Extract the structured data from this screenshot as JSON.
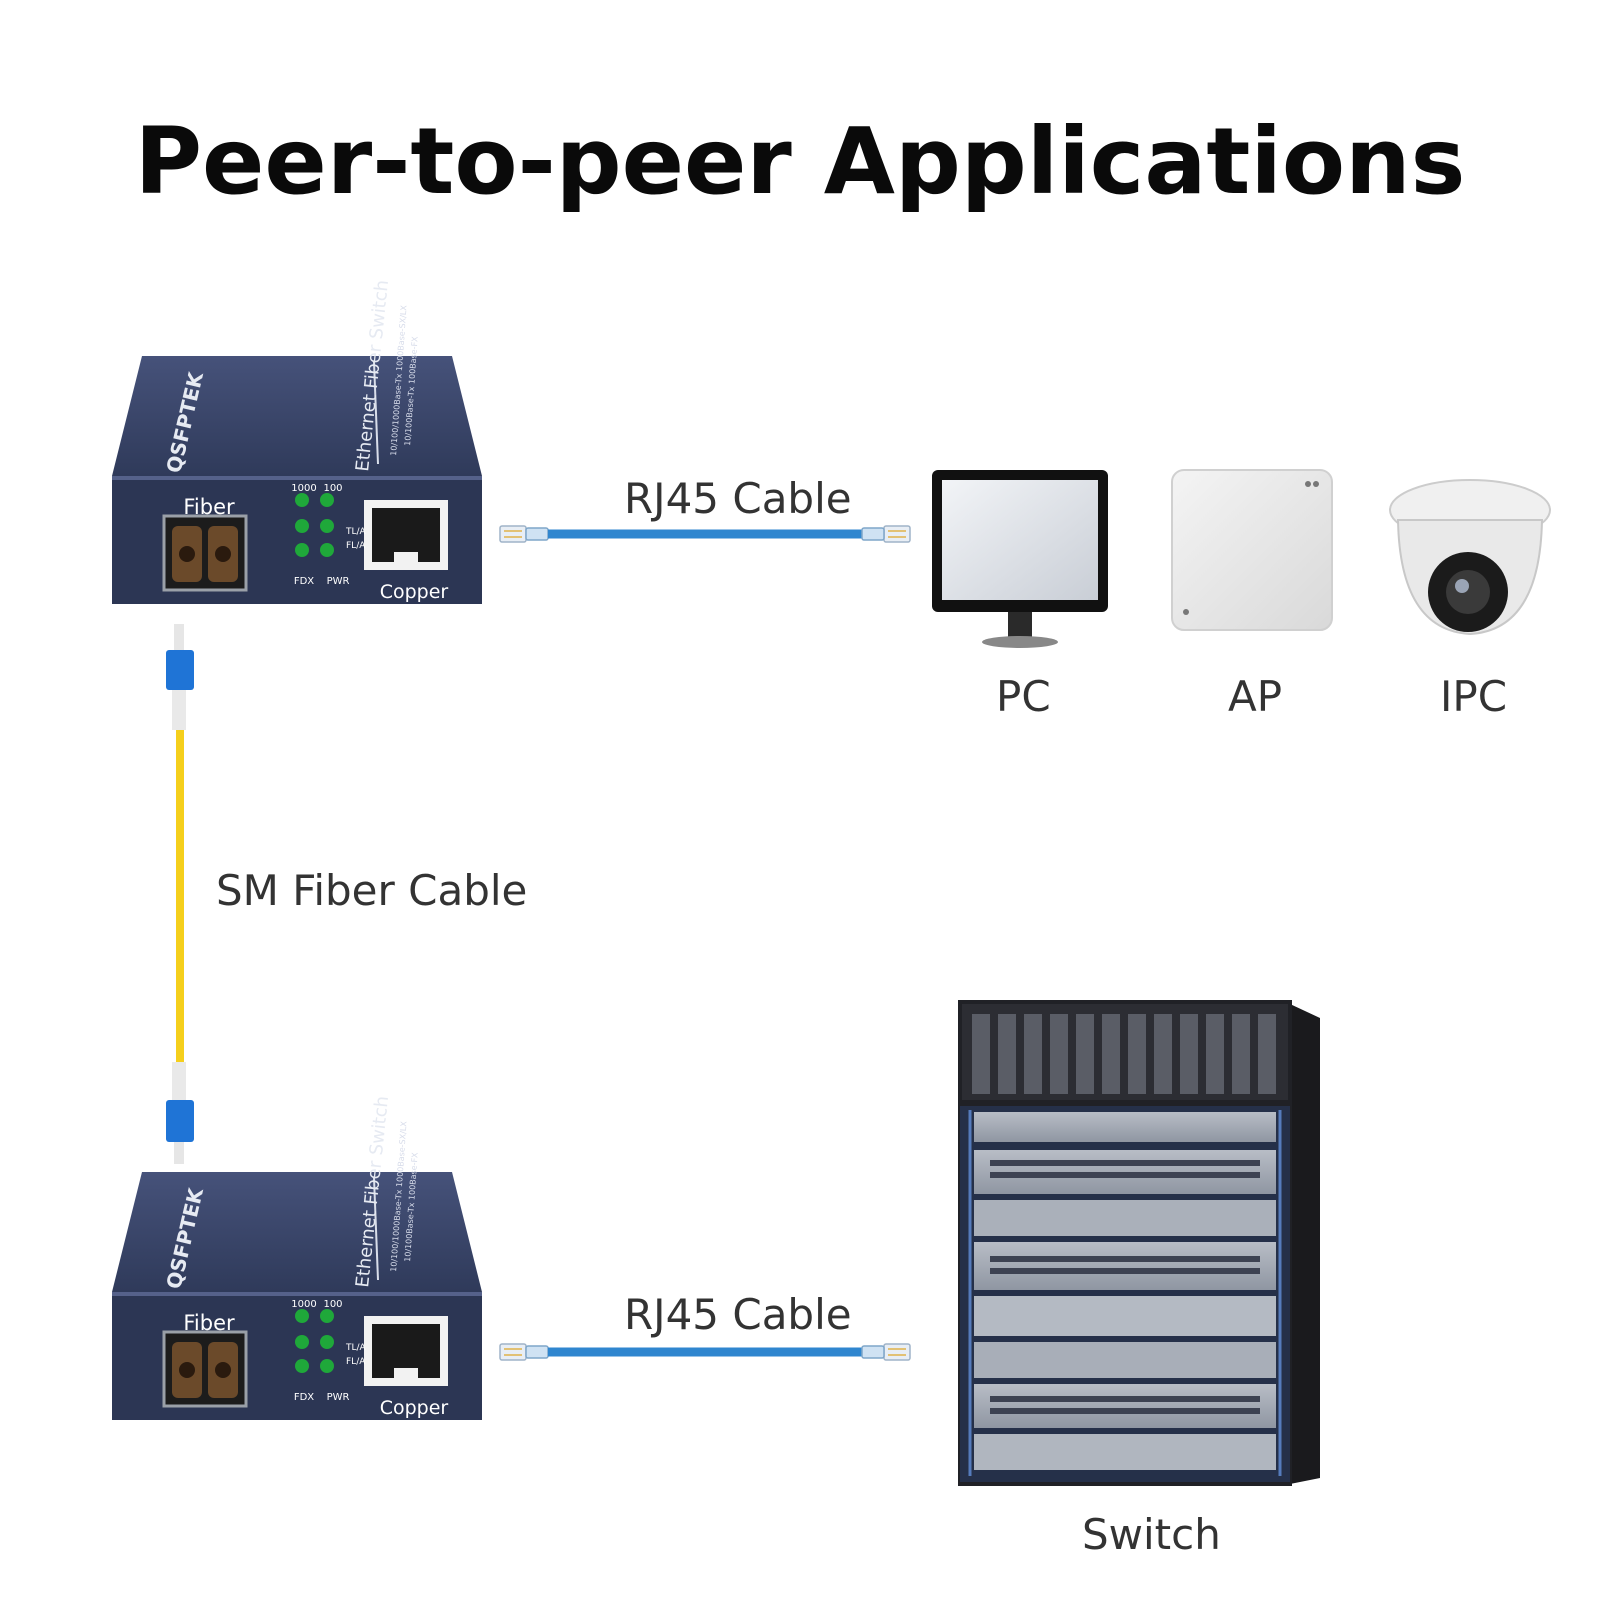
{
  "title": "Peer-to-peer Applications",
  "converter": {
    "brand": "QSFPTEK",
    "model_label": "Ethernet Fiber Switch",
    "spec_line1": "10/100/1000Base-Tx 1000Base-SX/LX",
    "spec_line2": "10/100Base-Tx 100Base-FX",
    "fiber_label": "Fiber",
    "copper_label": "Copper",
    "led_1000": "1000",
    "led_100": "100",
    "led_tla": "TL/A",
    "led_fla": "FL/A",
    "led_fdx": "FDX",
    "led_pwr": "PWR"
  },
  "cables": {
    "rj45_top": "RJ45 Cable",
    "rj45_bottom": "RJ45 Cable",
    "fiber": "SM Fiber Cable"
  },
  "devices": {
    "pc": "PC",
    "ap": "AP",
    "ipc": "IPC",
    "switch": "Switch"
  },
  "colors": {
    "converter_body": "#3a4566",
    "rj45_cable": "#2f86cf",
    "fiber_cable": "#f5cf1c",
    "sc_connector": "#1f74d6",
    "led_green": "#1fa83a"
  }
}
